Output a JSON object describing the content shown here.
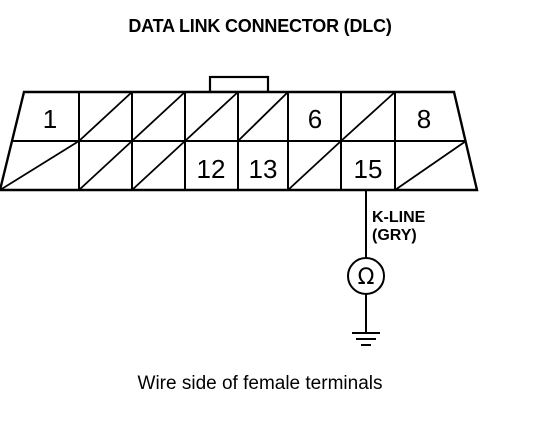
{
  "title": "DATA LINK CONNECTOR (DLC)",
  "caption": "Wire side of female terminals",
  "pins": {
    "p1": "1",
    "p6": "6",
    "p8": "8",
    "p12": "12",
    "p13": "13",
    "p15": "15"
  },
  "wire": {
    "name": "K-LINE",
    "color": "(GRY)"
  },
  "meter_symbol": "Ω"
}
